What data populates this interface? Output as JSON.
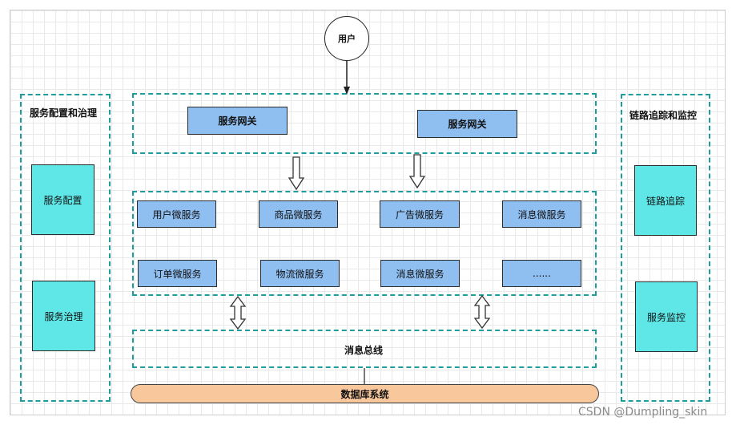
{
  "user": {
    "label": "用户"
  },
  "left_panel": {
    "title": "服务配置和治理",
    "items": [
      {
        "label": "服务配置"
      },
      {
        "label": "服务治理"
      }
    ]
  },
  "right_panel": {
    "title": "链路追踪和监控",
    "items": [
      {
        "label": "链路追踪"
      },
      {
        "label": "服务监控"
      }
    ]
  },
  "gateway_layer": {
    "items": [
      {
        "label": "服务网关"
      },
      {
        "label": "服务网关"
      }
    ]
  },
  "microservices": {
    "items": [
      {
        "label": "用户微服务"
      },
      {
        "label": "商品微服务"
      },
      {
        "label": "广告微服务"
      },
      {
        "label": "消息微服务"
      },
      {
        "label": "订单微服务"
      },
      {
        "label": "物流微服务"
      },
      {
        "label": "消息微服务"
      },
      {
        "label": "......"
      }
    ]
  },
  "message_bus": {
    "label": "消息总线"
  },
  "database": {
    "label": "数据库系统"
  },
  "watermark": {
    "text": "CSDN @Dumpling_skin"
  },
  "colors": {
    "dashed_border": "#1f9c9c",
    "service_box": "#8fbef0",
    "side_box": "#5fe7e7",
    "database": "#f8c79c"
  }
}
